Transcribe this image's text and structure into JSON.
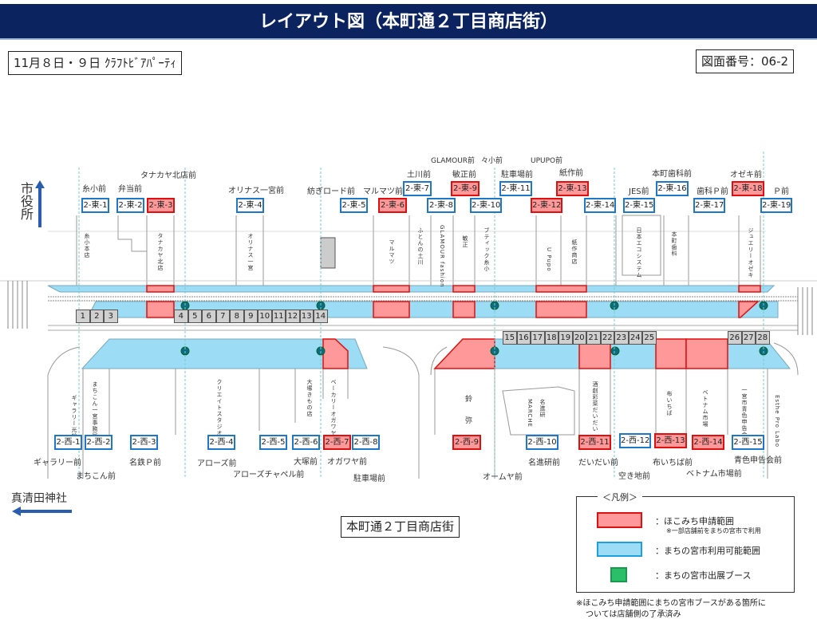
{
  "header": {
    "title": "レイアウト図（本町通２丁目商店街）"
  },
  "date_label": "11月８日・９日 ｸﾗﾌﾄﾋﾞｱﾊﾟｰﾃｨ",
  "drawing_number": "図面番号：06-2",
  "direction": {
    "city_hall": "市役所",
    "shrine": "真清田神社"
  },
  "street_name": "本町通２丁目商店街",
  "east": [
    {
      "id": "2-東-1",
      "type": "blue",
      "shop": "糸小前"
    },
    {
      "id": "2-東-2",
      "type": "blue",
      "shop": "弁当前"
    },
    {
      "id": "2-東-3",
      "type": "red",
      "shop": "タナカヤ北店前"
    },
    {
      "id": "2-東-4",
      "type": "blue",
      "shop": "オリナス一宮前"
    },
    {
      "id": "2-東-5",
      "type": "blue",
      "shop": "紡ぎロード前"
    },
    {
      "id": "2-東-6",
      "type": "red",
      "shop": "マルマツ前"
    },
    {
      "id": "2-東-7",
      "type": "blue",
      "shop": "土川前"
    },
    {
      "id": "2-東-8",
      "type": "blue",
      "shop": "GLAMOUR前"
    },
    {
      "id": "2-東-9",
      "type": "red",
      "shop": "敏正前"
    },
    {
      "id": "2-東-10",
      "type": "blue",
      "shop": "々小前"
    },
    {
      "id": "2-東-11",
      "type": "blue",
      "shop": "駐車場前"
    },
    {
      "id": "2-東-12",
      "type": "red",
      "shop": "UPUPO前"
    },
    {
      "id": "2-東-13",
      "type": "red",
      "shop": "紙作前"
    },
    {
      "id": "2-東-14",
      "type": "blue",
      "shop": ""
    },
    {
      "id": "2-東-15",
      "type": "blue",
      "shop": "JES前"
    },
    {
      "id": "2-東-16",
      "type": "blue",
      "shop": "本町歯科前"
    },
    {
      "id": "2-東-17",
      "type": "blue",
      "shop": "歯科Ｐ前"
    },
    {
      "id": "2-東-18",
      "type": "red",
      "shop": "オゼキ前"
    },
    {
      "id": "2-東-19",
      "type": "blue",
      "shop": "Ｐ前"
    }
  ],
  "west": [
    {
      "id": "2-西-1",
      "type": "blue",
      "shop": "ギャラリー前"
    },
    {
      "id": "2-西-2",
      "type": "blue",
      "shop": "まちこん前"
    },
    {
      "id": "2-西-3",
      "type": "blue",
      "shop": "名鉄Ｐ前"
    },
    {
      "id": "2-西-4",
      "type": "blue",
      "shop": "アローズ前"
    },
    {
      "id": "2-西-5",
      "type": "blue",
      "shop": "アローズチャペル前"
    },
    {
      "id": "2-西-6",
      "type": "blue",
      "shop": "大塚前"
    },
    {
      "id": "2-西-7",
      "type": "red",
      "shop": "オガワヤ前"
    },
    {
      "id": "2-西-8",
      "type": "blue",
      "shop": "駐車場前"
    },
    {
      "id": "2-西-9",
      "type": "red",
      "shop": "オームヤ前"
    },
    {
      "id": "2-西-10",
      "type": "blue",
      "shop": "名進研前"
    },
    {
      "id": "2-西-11",
      "type": "red",
      "shop": "だいだい前"
    },
    {
      "id": "2-西-12",
      "type": "blue",
      "shop": "空き地前"
    },
    {
      "id": "2-西-13",
      "type": "red",
      "shop": "布いちば前"
    },
    {
      "id": "2-西-14",
      "type": "red",
      "shop": "ベトナム市場前"
    },
    {
      "id": "2-西-15",
      "type": "blue",
      "shop": "青色申告会前"
    }
  ],
  "buildings": {
    "b1": "糸小本店",
    "b2": "タナカヤ北店",
    "b3": "オリナス一宮",
    "b4": "マルマツ",
    "b5": "ふとんの土川",
    "b6": "GLAMOUR fashion",
    "b7": "敏正",
    "b8": "ブティック糸小",
    "b9": "U Pupo",
    "b10": "紙作商店",
    "b11": "日本エコシステム",
    "b12": "本町歯科",
    "b13": "ジュエリーオゼキ",
    "w1": "ギャラリー光輪",
    "w2": "まちこん一宮事務局",
    "w3": "クリエイトスタジオ",
    "w4": "大塚きもの店",
    "w5": "ベーカリーオガワヤ",
    "w6": "鈴弥",
    "w7": "MARCHE",
    "w8": "名進研",
    "w9": "酒創彩菜だいだい",
    "w10": "布いちば",
    "w11": "ベトナム市場",
    "w12": "一宮市青色申告会",
    "w13": "Esthe Pro Labo"
  },
  "stalls": [
    "1",
    "2",
    "3",
    "4",
    "5",
    "6",
    "7",
    "8",
    "9",
    "10",
    "11",
    "12",
    "13",
    "14",
    "15",
    "16",
    "17",
    "18",
    "19",
    "20",
    "21",
    "22",
    "23",
    "24",
    "25",
    "26",
    "27",
    "28"
  ],
  "legend": {
    "title": "＜凡例＞",
    "red": "：ほこみち申請範囲",
    "red_note": "※一部店舗前をまちの宮市で利用",
    "blue": "：まちの宮市利用可能範囲",
    "green": "：まちの宮市出展ブース",
    "footnote1": "※ほこみち申請範囲にまちの宮市ブースがある箇所に",
    "footnote2": "ついては店舗側の了承済み"
  },
  "colors": {
    "header": "#0b2460",
    "red": "#f99",
    "red_border": "#e01010",
    "blue": "#9ddcf5",
    "blue_border": "#1e78c8",
    "booth": "#2bbf6a"
  }
}
